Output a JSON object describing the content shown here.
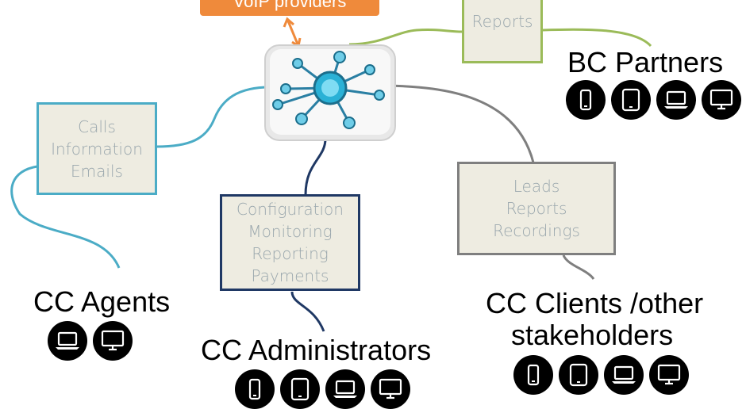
{
  "top_box": {
    "text": "VoIP providers"
  },
  "boxes": {
    "reports_top": [
      "Reports"
    ],
    "agents": [
      "Calls",
      "Information",
      "Emails"
    ],
    "admins": [
      "Configuration",
      "Monitoring",
      "Reporting",
      "Payments"
    ],
    "clients": [
      "Leads",
      "Reports",
      "Recordings"
    ]
  },
  "labels": {
    "bc_partners": "BC Partners",
    "cc_agents": "CC Agents",
    "cc_administrators": "CC Administrators",
    "cc_clients_line1": "CC Clients /other",
    "cc_clients_line2": "stakeholders"
  },
  "devices": {
    "bc_partners": [
      "phone-icon",
      "tablet-icon",
      "laptop-icon",
      "monitor-icon"
    ],
    "cc_agents": [
      "laptop-icon",
      "monitor-icon"
    ],
    "cc_administrators": [
      "phone-icon",
      "tablet-icon",
      "laptop-icon",
      "monitor-icon"
    ],
    "cc_clients": [
      "phone-icon",
      "tablet-icon",
      "laptop-icon",
      "monitor-icon"
    ]
  },
  "colors": {
    "orange": "#ef8a3b",
    "green": "#9bbb59",
    "teal": "#4bacc6",
    "navy": "#1f3864",
    "gray": "#7f7f7f",
    "box_fill": "#eeece1",
    "box_text": "#9aa7ad"
  }
}
